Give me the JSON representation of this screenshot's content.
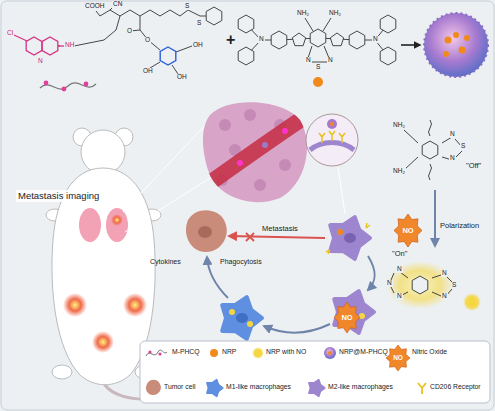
{
  "diagram": {
    "nodes": [
      {
        "text": [
          "NO"
        ]
      },
      {
        "text": [
          "NO"
        ]
      },
      {
        "text": [
          "NO"
        ]
      }
    ],
    "labels": [
      "COOH",
      "CN",
      "Cl",
      "N",
      "NH",
      "O",
      "O",
      "S",
      "S",
      "OH",
      "OH",
      "OH",
      "+",
      "N",
      "N",
      "NH₂",
      "NH₂",
      "N",
      "S",
      "N",
      "Metastasis imaging",
      "Metastasis",
      "Cytokines",
      "Phagocytosis",
      "NH₂",
      "NH₂",
      "N",
      "S",
      "N",
      "\"Off\"",
      "Polarization",
      "\"On\"",
      "N",
      "N",
      "N",
      "N",
      "S",
      "N"
    ],
    "legend": [
      {
        "text": "M-PHCQ"
      },
      {
        "text": "NRP"
      },
      {
        "text": "NRP with NO"
      },
      {
        "text": "NRP@M-PHCQ"
      },
      {
        "text": "Nitric Oxide"
      },
      {
        "text": "Tumor cell"
      },
      {
        "text": "M1-like macrophages"
      },
      {
        "text": "M2-like macrophages"
      },
      {
        "text": "CD206 Receptor"
      }
    ]
  }
}
